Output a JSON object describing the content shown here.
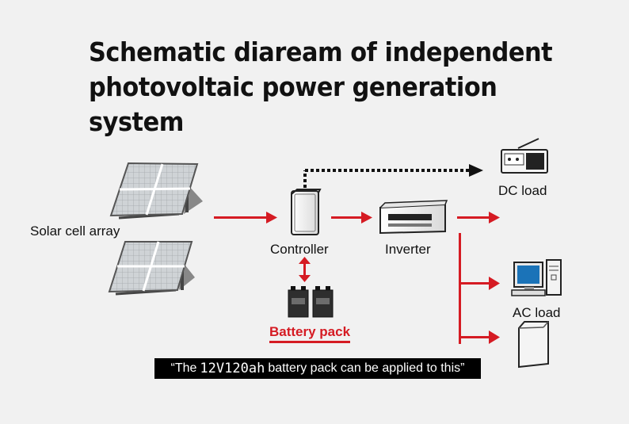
{
  "title": {
    "line1": "Schematic diaream of independent",
    "line2": "photovoltaic power generation system"
  },
  "nodes": {
    "solar": "Solar cell array",
    "controller": "Controller",
    "inverter": "Inverter",
    "battery": "Battery pack",
    "dc_load": "DC load",
    "ac_load": "AC load"
  },
  "note": {
    "prefix": "“The",
    "spec": "12V120ah",
    "suffix": "battery pack can be applied to this”"
  },
  "colors": {
    "arrow": "#d51b23",
    "dotted": "#111111",
    "background": "#f1f1f1"
  },
  "icons": [
    "solar-panel-icon",
    "controller-icon",
    "inverter-icon",
    "battery-icon",
    "radio-icon",
    "computer-icon",
    "appliance-icon"
  ]
}
